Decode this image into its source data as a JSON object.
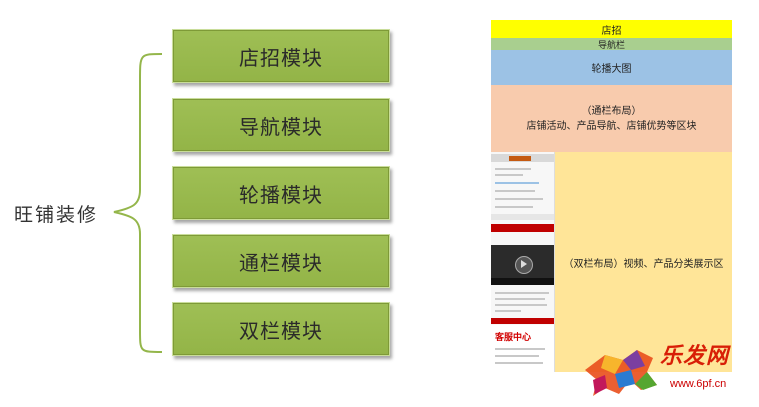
{
  "root": {
    "label": "旺铺装修"
  },
  "modules": [
    {
      "label": "店招模块"
    },
    {
      "label": "导航模块"
    },
    {
      "label": "轮播模块"
    },
    {
      "label": "通栏模块"
    },
    {
      "label": "双栏模块"
    }
  ],
  "layout": {
    "store_sign": "店招",
    "nav_bar": "导航栏",
    "banner": "轮播大图",
    "full_width_line1": "（通栏布局）",
    "full_width_line2": "店铺活动、产品导航、店铺优势等区块",
    "dual_column": "（双栏布局）视频、产品分类展示区",
    "thumb_service": "客服中心",
    "colors": {
      "store_sign": "#ffff00",
      "nav_bar": "#a9cf8f",
      "banner": "#9cc2e5",
      "full_width": "#f8cbad",
      "dual_column": "#ffe598",
      "module_fill": "#9bbb59"
    }
  },
  "watermark": {
    "brand": "乐发网",
    "url": "www.6pf.cn"
  }
}
